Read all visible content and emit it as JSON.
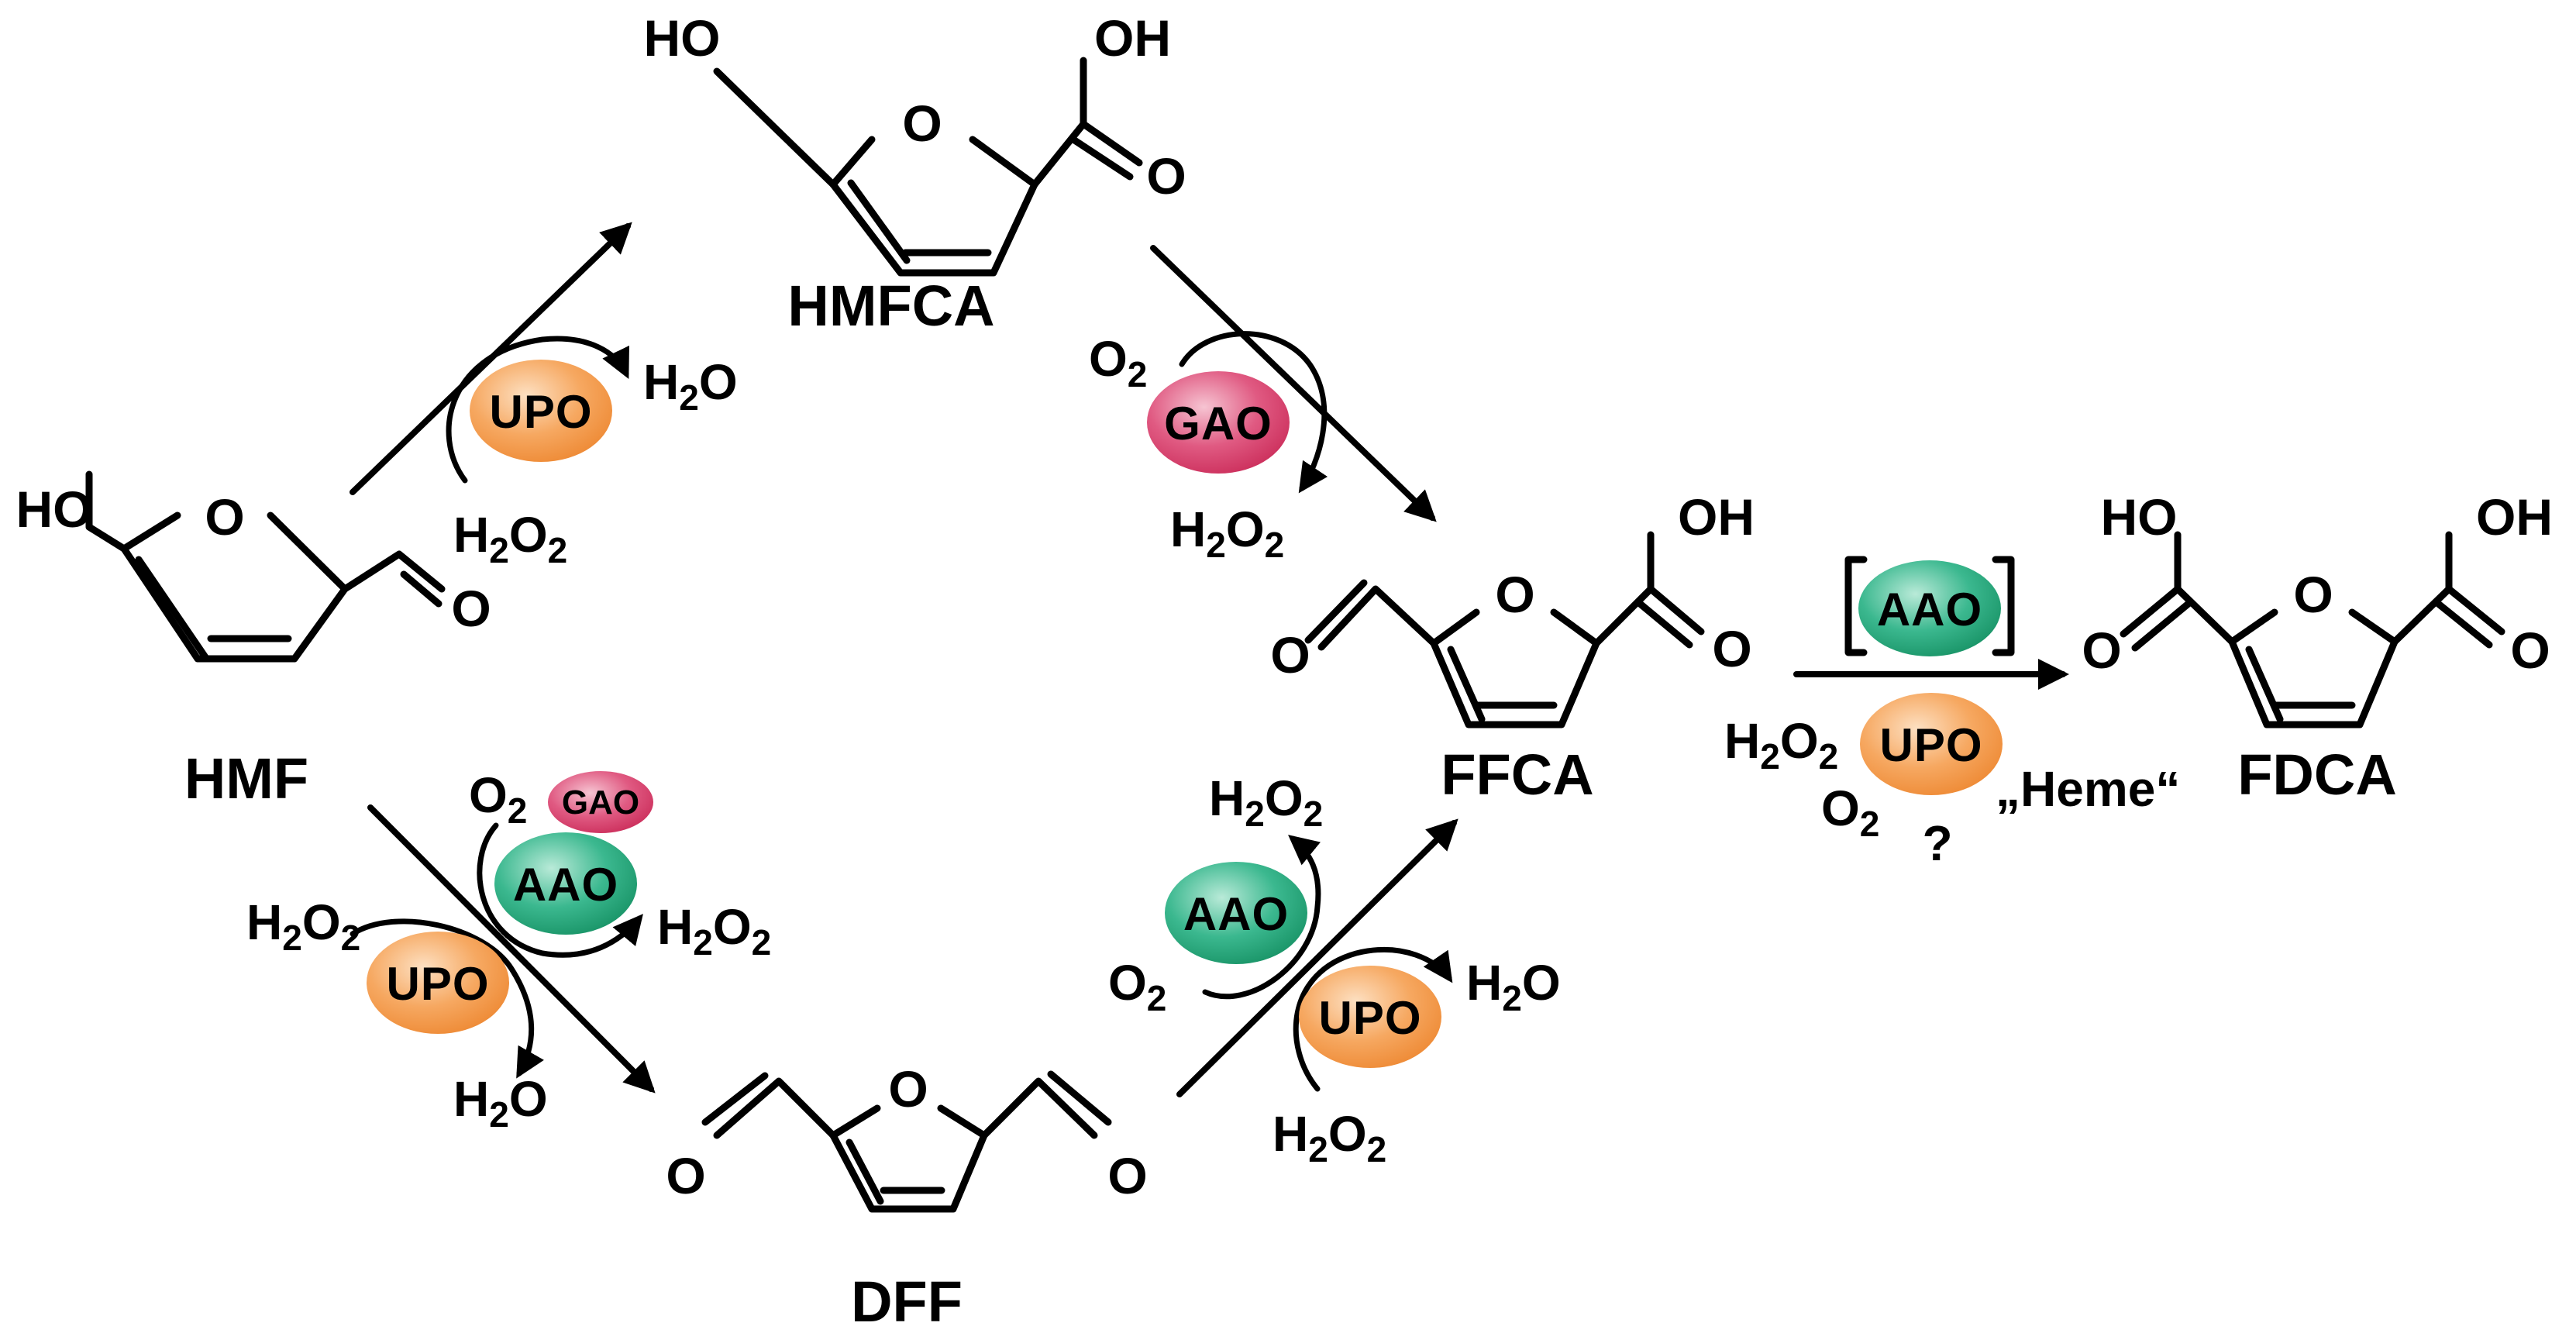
{
  "compounds": {
    "hmf": "HMF",
    "hmfca": "HMFCA",
    "dff": "DFF",
    "ffca": "FFCA",
    "fdca": "FDCA"
  },
  "atoms": {
    "O": "O",
    "OH": "OH",
    "HO": "HO"
  },
  "chem": {
    "H2O": "H",
    "sub2": "2",
    "O_end": "O",
    "H2O2_h": "H",
    "H2O2_o": "O",
    "O2_o": "O"
  },
  "enzymes": {
    "upo": "UPO",
    "gao": "GAO",
    "aao": "AAO"
  },
  "fdca_step": {
    "heme": "„Heme“",
    "question": "?"
  },
  "colors": {
    "upo": "#f39a4a",
    "gao": "#d94470",
    "aao": "#2aa57f"
  }
}
